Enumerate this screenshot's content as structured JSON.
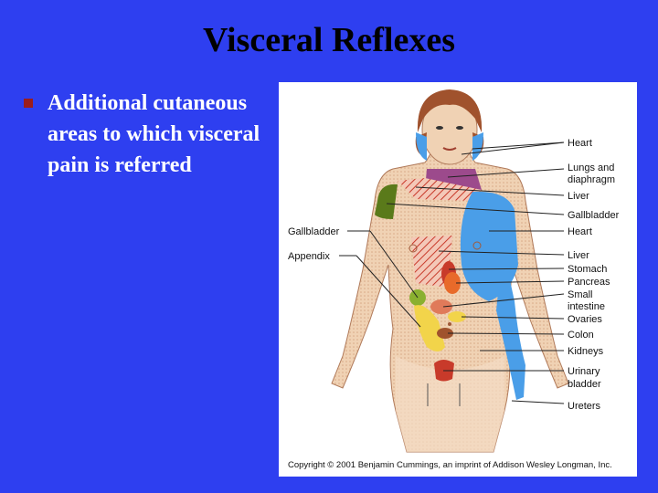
{
  "slide": {
    "title": "Visceral Reflexes",
    "bullet": "Additional cutaneous areas to which visceral pain is referred"
  },
  "figure": {
    "labels_right": [
      "Heart",
      "Lungs and",
      "diaphragm",
      "Liver",
      "Gallbladder",
      "Heart",
      "Liver",
      "Stomach",
      "Pancreas",
      "Small",
      "intestine",
      "Ovaries",
      "Colon",
      "Kidneys",
      "Urinary",
      "bladder",
      "Ureters"
    ],
    "labels_left": [
      "Gallbladder",
      "Appendix"
    ],
    "copyright": "Copyright © 2001 Benjamin Cummings, an imprint of Addison Wesley Longman, Inc."
  },
  "colors": {
    "background": "#2e3ff0",
    "skin": "#f0d2b4",
    "hair": "#a0522d",
    "blue_region": "#4a9ee8",
    "purple_region": "#9c4a8c",
    "green_region": "#5a7a1a",
    "red_hatch": "#c83a2a",
    "yellow_region": "#f2d44a",
    "orange_region": "#e86a2a",
    "brown_region": "#a0522d"
  }
}
